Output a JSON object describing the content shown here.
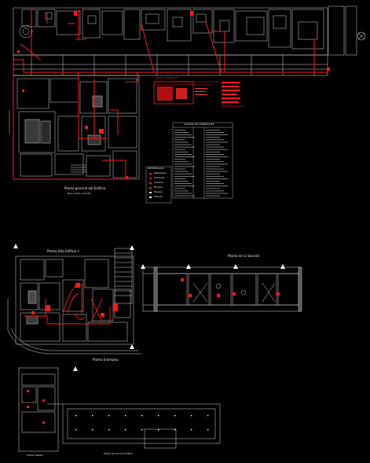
{
  "drawing": {
    "background": "#000000",
    "line_color": "#ffffff",
    "accent_color": "#ff1a1a",
    "sheets": [
      {
        "name": "planta-general",
        "title": "Planta general del Edificio",
        "subtitle": "Red contra incendio"
      },
      {
        "name": "planta-alta",
        "title": "Planta Alta Edificio 1"
      },
      {
        "name": "planta-entrepiso",
        "title": "Planta Entrepiso"
      },
      {
        "name": "corte-longitudinal",
        "title": "Planta de la Sección"
      },
      {
        "name": "planta-detalle-1",
        "title": "Planta detalle"
      },
      {
        "name": "planta-techos",
        "title": "Planta de techos Edificio"
      }
    ],
    "legend": {
      "title": "REFERENCIAS",
      "items": [
        "Matafuego",
        "Hidrante",
        "Cañería",
        "Bomba",
        "Tanque",
        "Válvula"
      ]
    },
    "table": {
      "title": "CUADRO DE SUPERFICIES"
    },
    "notes_red": [
      "ESPECIFICACIONES",
      "NOTAS GENERALES"
    ]
  }
}
